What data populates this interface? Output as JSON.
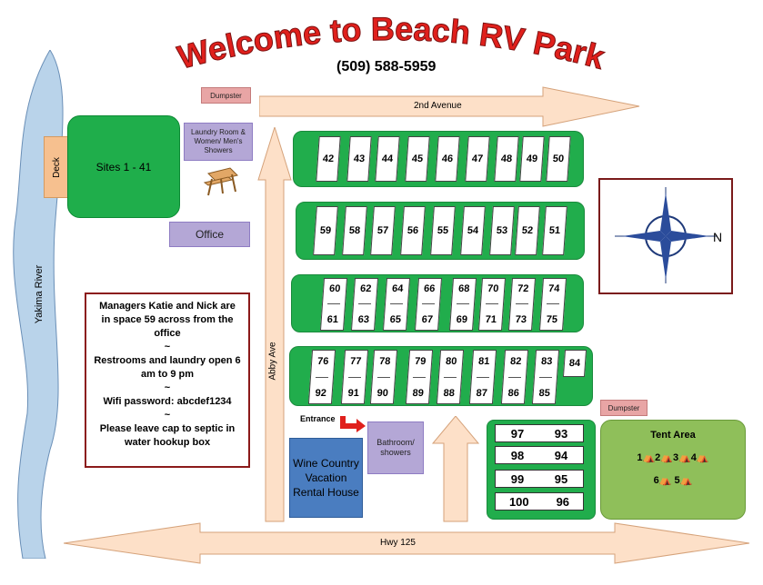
{
  "title": "Welcome to Beach RV Park",
  "phone": "(509) 588-5959",
  "roads": {
    "second_avenue": "2nd Avenue",
    "abby_ave": "Abby Ave",
    "hwy": "Hwy 125"
  },
  "river": "Yakima River",
  "deck": "Deck",
  "sites_1_41": "Sites 1 - 41",
  "dumpster": "Dumpster",
  "laundry": "Laundry Room & Women/ Men's Showers",
  "office": "Office",
  "entrance": "Entrance",
  "bathroom": "Bathroom/ showers",
  "rental_house": "Wine Country Vacation Rental House",
  "compass_n": "N",
  "notes": {
    "line1": "Managers Katie and Nick are in space 59 across from the office",
    "sep": "~",
    "line2": "Restrooms and laundry open 6 am to 9 pm",
    "line3": "Wifi password:  abcdef1234",
    "line4": "Please leave cap to septic in water hookup box"
  },
  "rows": {
    "row1": [
      "42",
      "43",
      "44",
      "45",
      "46",
      "47",
      "48",
      "49",
      "50"
    ],
    "row2": [
      "59",
      "58",
      "57",
      "56",
      "55",
      "54",
      "53",
      "52",
      "51"
    ],
    "row3_top": [
      "60",
      "62",
      "64",
      "66",
      "68",
      "70",
      "72",
      "74"
    ],
    "row3_bot": [
      "61",
      "63",
      "65",
      "67",
      "69",
      "71",
      "73",
      "75"
    ],
    "row4_top": [
      "76",
      "77",
      "78",
      "79",
      "80",
      "81",
      "82",
      "83"
    ],
    "row4_bot": [
      "92",
      "91",
      "90",
      "89",
      "88",
      "87",
      "86",
      "85"
    ],
    "row4_extra": "84"
  },
  "small_sites": [
    {
      "a": "97",
      "b": "93"
    },
    {
      "a": "98",
      "b": "94"
    },
    {
      "a": "99",
      "b": "95"
    },
    {
      "a": "100",
      "b": "96"
    }
  ],
  "tent_area": {
    "title": "Tent Area",
    "row1": "1⛺2⛺3⛺4⛺",
    "row2": "6⛺ 5⛺"
  },
  "colors": {
    "title_red": "#e0201c",
    "green": "#21ad4c",
    "river": "#b9d3ea",
    "lavender": "#b4a7d6",
    "arrow": "#fde0c8"
  }
}
